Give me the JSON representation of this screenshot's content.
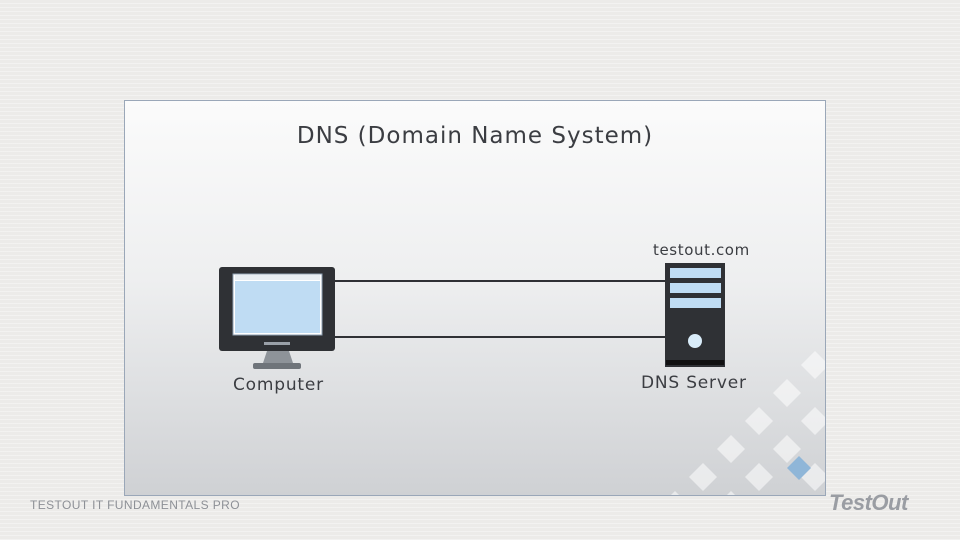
{
  "diagram": {
    "title": "DNS (Domain Name System)",
    "nodes": {
      "computer": {
        "label": "Computer"
      },
      "server": {
        "label": "DNS Server",
        "domain": "testout.com"
      }
    },
    "connections": [
      {
        "from": "computer",
        "to": "server"
      },
      {
        "from": "server",
        "to": "computer"
      }
    ]
  },
  "footer": {
    "course": "TESTOUT IT FUNDAMENTALS PRO",
    "logo": "TestOut"
  },
  "colors": {
    "device_dark": "#2f3135",
    "screen_blue": "#bfdcf3",
    "accent_blue": "#9fc3e2"
  }
}
